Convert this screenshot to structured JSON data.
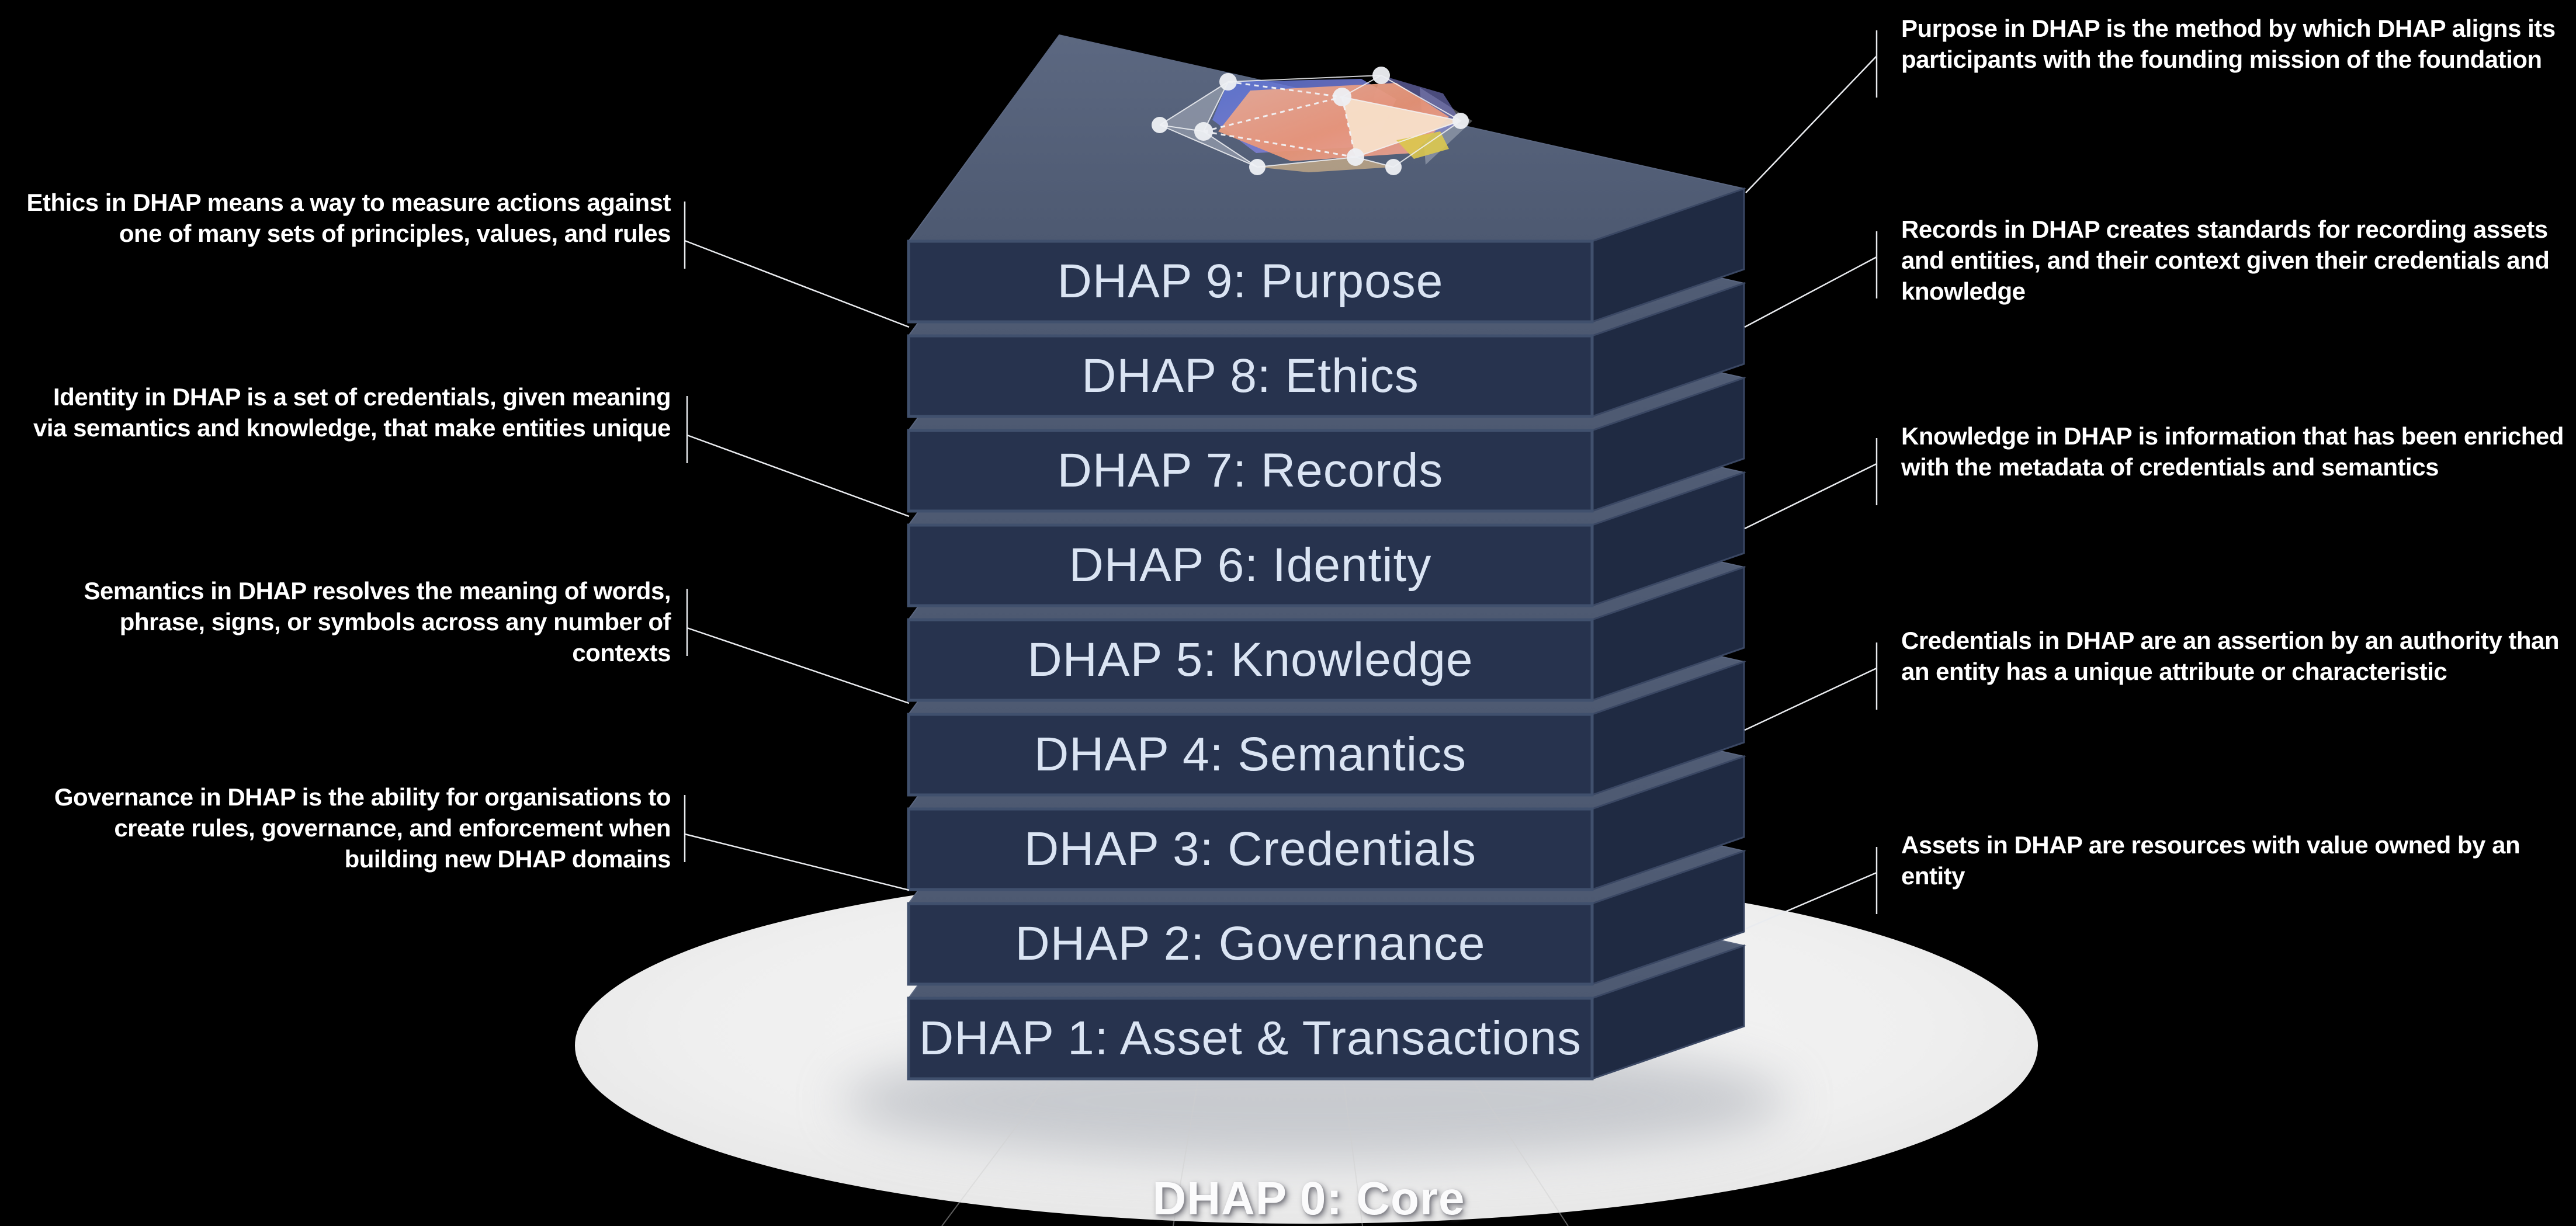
{
  "page": {
    "background": "#000000"
  },
  "colors": {
    "slab_front": "#27334e",
    "slab_top": "#53607b",
    "slab_top_back": "#5c6881",
    "slab_side": "#1f2a42",
    "slab_border": "#40506d",
    "layer_text": "#dae4f3",
    "annotation_text": "#ffffff",
    "callout_line": "#e9ebef",
    "platform_fill": "#efefef",
    "platform_edge": "#e2e2e2",
    "base_text": "#fbfbfc"
  },
  "stack": {
    "layers": [
      {
        "id": "dhap-9",
        "label": "DHAP 9: Purpose"
      },
      {
        "id": "dhap-8",
        "label": "DHAP 8: Ethics"
      },
      {
        "id": "dhap-7",
        "label": "DHAP 7: Records"
      },
      {
        "id": "dhap-6",
        "label": "DHAP 6: Identity"
      },
      {
        "id": "dhap-5",
        "label": "DHAP 5: Knowledge"
      },
      {
        "id": "dhap-4",
        "label": "DHAP 4: Semantics"
      },
      {
        "id": "dhap-3",
        "label": "DHAP 3: Credentials"
      },
      {
        "id": "dhap-2",
        "label": "DHAP 2: Governance"
      },
      {
        "id": "dhap-1",
        "label": "DHAP 1: Asset & Transactions"
      }
    ],
    "base_label": "DHAP 0: Core"
  },
  "annotations": {
    "left": [
      {
        "id": "ethics",
        "text": "Ethics in DHAP means a way to measure actions against one of many sets of principles, values, and rules"
      },
      {
        "id": "identity",
        "text": "Identity in DHAP is a set of credentials, given meaning via semantics and knowledge, that make entities unique"
      },
      {
        "id": "semantics",
        "text": "Semantics in DHAP resolves the meaning of words, phrase, signs, or symbols across any number of contexts"
      },
      {
        "id": "governance",
        "text": "Governance in DHAP is the ability for organisations to create rules, governance, and enforcement when building new DHAP domains"
      }
    ],
    "right": [
      {
        "id": "purpose",
        "text": "Purpose in DHAP is the method by which DHAP aligns its participants with the founding mission of the foundation"
      },
      {
        "id": "records",
        "text": "Records in DHAP creates standards for recording assets and entities, and their context given their credentials and knowledge"
      },
      {
        "id": "knowledge",
        "text": "Knowledge in DHAP is information that has been enriched with the metadata of credentials and semantics"
      },
      {
        "id": "credentials",
        "text": "Credentials in DHAP are an assertion by an authority than an entity has a unique attribute or characteristic"
      },
      {
        "id": "assets",
        "text": "Assets in DHAP are resources with value owned by an entity"
      }
    ]
  },
  "logo": {
    "name": "dhap-polyhedron-logo"
  }
}
